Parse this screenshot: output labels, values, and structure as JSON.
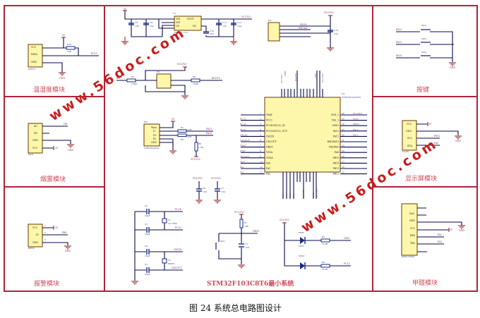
{
  "figure": {
    "caption": "图 24 系统总电路图设计",
    "watermark_top": "www.56doc.com",
    "watermark_bottom": "www.56doc.com"
  },
  "colors": {
    "frame": "#b0233a",
    "wire": "#0a0a4a",
    "chip_fill": "#fdf7ab",
    "module_title": "#d04a5a",
    "watermark": "#c81e1e"
  },
  "modules": {
    "temp_humidity": {
      "title": "温湿度模块",
      "chip": "DHT11",
      "pins": [
        "VCC",
        "DATA",
        "GND"
      ],
      "resistor": {
        "ref": "R10",
        "value": "10K"
      },
      "power": "5V",
      "net_out": "PC15",
      "ground": "GND"
    },
    "smoke": {
      "title": "烟雾模块",
      "chip": "MQ2",
      "pins": [
        "AO",
        "DO",
        "GND",
        "VCC"
      ],
      "net_ao": "DB",
      "ground": "GND",
      "power": "5V"
    },
    "alarm": {
      "title": "报警模块",
      "chip": "BEEP",
      "pins": [
        "VCC",
        "IO",
        "GND"
      ],
      "pin_nums": [
        "1",
        "2",
        "3"
      ],
      "power": "5V",
      "net_io": "PB0",
      "ground": "GND"
    },
    "keys": {
      "title": "按键",
      "nets": [
        "PA11",
        "PA12",
        "PA15"
      ],
      "switches": [
        "SW2",
        "SW3",
        "SW4"
      ],
      "ground": "GND"
    },
    "display": {
      "title": "显示屏模块",
      "chip": "OLED",
      "pins": [
        "VCC",
        "GND",
        "SCL",
        "SDA"
      ],
      "pin_nums": [
        "1",
        "2",
        "3",
        "4"
      ],
      "power": "5V",
      "net_scl": "PB12",
      "net_sda": "PA3",
      "ground": "GND"
    },
    "formaldehyde": {
      "title": "甲醛模块",
      "chip": "ZE08-CH2O",
      "pins": [
        "",
        "DAC",
        "GND",
        "VCC",
        "RXD",
        "TXD",
        ""
      ],
      "pin_nums": [
        "1",
        "2",
        "3",
        "4",
        "5",
        "6",
        "7"
      ],
      "power": "5V",
      "net_rxd": "PA2",
      "net_txd": "PA3",
      "ground": "GND"
    },
    "mcu": {
      "title": "STM32F103C8T6最小系统",
      "chip_ref": "U2",
      "chip_name": "STM32F103C8T6",
      "left_pins": [
        "VBAT",
        "PC13",
        "PC14/OSC32_IN",
        "PC15/OSC32_OUT",
        "OSCIN",
        "OSCOUT",
        "NRST",
        "VSSA",
        "VDDA",
        "PA0",
        "PA1",
        "PA2"
      ],
      "left_nums": [
        "1",
        "2",
        "3",
        "4",
        "5",
        "6",
        "7",
        "8",
        "9",
        "10",
        "11",
        "12"
      ],
      "left_nets": [
        "",
        "PC13",
        "PC14",
        "PC15",
        "OSCIN",
        "OSCOUT",
        "NRST",
        "GND",
        "VCC3V3",
        "ADC",
        "PA1",
        "PA2"
      ],
      "right_pins": [
        "VDD_2",
        "VSS_2",
        "SWIO",
        "PA12",
        "PA11",
        "RXD/PA10",
        "TXD/PA9",
        "PA8",
        "PB15",
        "PB14",
        "PB13",
        "PB12"
      ],
      "right_nums": [
        "36",
        "35",
        "34",
        "33",
        "32",
        "31",
        "30",
        "29",
        "28",
        "27",
        "26",
        "25"
      ],
      "right_nets": [
        "VCC3V3",
        "GND",
        "SWIO",
        "PA12",
        "PA11",
        "",
        "",
        "",
        "",
        "",
        "",
        ""
      ],
      "top_nets": [
        "VCC3V3",
        "GND",
        "BOOT0",
        "PB5",
        "VCC3V3"
      ],
      "bottom_nets": [
        "PA3",
        "PA4",
        "PA5",
        "PA6",
        "BOOT1",
        "GND",
        "VCC3V3"
      ],
      "regulator": {
        "ref": "U1",
        "name": "ME6211-3.3",
        "pins": [
          "VIN",
          "VIN",
          "CE",
          "VOUT",
          "NC"
        ],
        "in": "5V",
        "out": "VCC3V3"
      },
      "caps_reg": [
        {
          "ref": "C8",
          "value": "104"
        },
        {
          "ref": "C9",
          "value": "105"
        },
        {
          "ref": "C10",
          "value": "223"
        },
        {
          "ref": "C11",
          "value": "105"
        },
        {
          "ref": "C12",
          "value": "104"
        }
      ],
      "swd": {
        "ref": "H2",
        "nets": [
          "SWIO",
          "SWCLK"
        ],
        "cap": {
          "ref": "C13",
          "value": "104"
        },
        "power": "VCC3V3"
      },
      "boot": {
        "ref": "H1",
        "r_left": {
          "ref": "R7",
          "value": "100K"
        },
        "r_right": {
          "ref": "R8",
          "value": "100K"
        },
        "net_in": "B0",
        "net_out": "BOOT0",
        "power": "VCC3V3"
      },
      "usb": {
        "ref": "H3",
        "name": "USB interface",
        "pins": [
          "Vbus",
          "D-",
          "D+",
          "ID",
          "GND"
        ],
        "r1": {
          "ref": "R1",
          "value": "22R"
        },
        "r3": {
          "ref": "R3",
          "value": "22R"
        },
        "r6": {
          "ref": "R6",
          "value": "1.5K"
        },
        "nets": [
          "PA11",
          "PA12"
        ],
        "power": "5V",
        "pullup": "VCC3V3"
      },
      "decoupling": [
        {
          "ref": "C6",
          "value": "104",
          "power": "VCC3V3"
        },
        {
          "ref": "C7",
          "value": "104",
          "power": "VCC3V3"
        }
      ],
      "crystals": [
        {
          "ref": "Y1",
          "value": "32.768K",
          "caps": [
            {
              "ref": "C2",
              "value": "20pF"
            },
            {
              "ref": "C3",
              "value": "20pF"
            }
          ],
          "nets": [
            "PC14",
            "PC15"
          ]
        },
        {
          "ref": "Y2",
          "value": "8MHz",
          "caps": [
            {
              "ref": "C4",
              "value": "20pF"
            },
            {
              "ref": "C5",
              "value": "20pF"
            }
          ],
          "nets": [
            "OSCIN",
            "OSCOUT"
          ]
        }
      ],
      "reset": {
        "switch": "SW1",
        "r": {
          "ref": "R1",
          "value": "10K"
        },
        "c": {
          "ref": "C1",
          "value": "104"
        },
        "net": "NRST",
        "power": "VCC3V3"
      },
      "leds": [
        {
          "ref": "PWR",
          "label": "LED1",
          "r": {
            "ref": "R2",
            "value": "510R"
          },
          "net": "GND"
        },
        {
          "ref": "LED2",
          "label": "",
          "r": {
            "ref": "R3",
            "value": "510R"
          },
          "net": "PC13"
        }
      ],
      "led_power": "VCC3V3"
    }
  }
}
